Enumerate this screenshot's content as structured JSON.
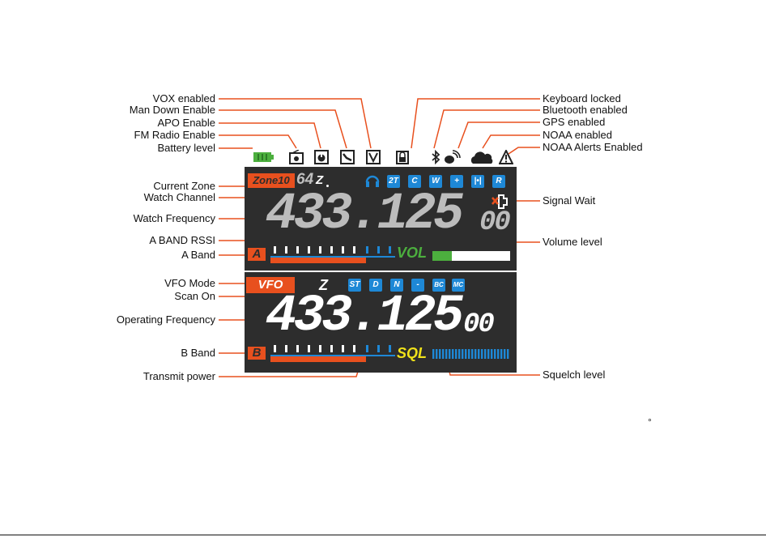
{
  "labels_left": [
    {
      "id": "vox",
      "text": "VOX enabled"
    },
    {
      "id": "mandown",
      "text": "Man Down Enable"
    },
    {
      "id": "apo",
      "text": "APO Enable"
    },
    {
      "id": "fm",
      "text": "FM Radio Enable"
    },
    {
      "id": "battery",
      "text": "Battery level"
    },
    {
      "id": "zone",
      "text": "Current Zone"
    },
    {
      "id": "watchch",
      "text": "Watch Channel"
    },
    {
      "id": "watchfreq",
      "text": "Watch Frequency"
    },
    {
      "id": "rssi",
      "text": "A BAND RSSI"
    },
    {
      "id": "aband",
      "text": "A Band"
    },
    {
      "id": "vfomode",
      "text": "VFO Mode"
    },
    {
      "id": "scan",
      "text": "Scan On"
    },
    {
      "id": "opfreq",
      "text": "Operating Frequency"
    },
    {
      "id": "bband",
      "text": "B Band"
    },
    {
      "id": "txpower",
      "text": "Transmit power"
    }
  ],
  "labels_right": [
    {
      "id": "keylock",
      "text": "Keyboard locked"
    },
    {
      "id": "bt",
      "text": "Bluetooth enabled"
    },
    {
      "id": "gps",
      "text": "GPS enabled"
    },
    {
      "id": "noaa",
      "text": "NOAA enabled"
    },
    {
      "id": "noaaalert",
      "text": "NOAA Alerts Enabled"
    },
    {
      "id": "sigwait",
      "text": "Signal Wait"
    },
    {
      "id": "volume",
      "text": "Volume level"
    },
    {
      "id": "squelch",
      "text": "Squelch level"
    }
  ],
  "screen": {
    "zone_label": "Zone10",
    "watch_channel": "64",
    "watch_scan_symbol": "Z",
    "watch_frequency_main": "433.125",
    "watch_frequency_small": "00",
    "a_band_label": "A",
    "vol_label": "VOL",
    "volume_level": 0.25,
    "vfo_label": "VFO",
    "scan_symbol": "Z",
    "operating_frequency_main": "433.125",
    "operating_frequency_small": "00",
    "b_band_label": "B",
    "sql_label": "SQL",
    "top_buttons": [
      "2T",
      "C",
      "W",
      "+",
      "|•|",
      "R"
    ],
    "mode_buttons": [
      "ST",
      "D",
      "N",
      "-",
      "BC",
      "MC"
    ]
  },
  "colors": {
    "accent": "#e8501e",
    "screen_bg": "#2d2d2d",
    "blue": "#1e88d6",
    "green": "#4caf3e",
    "yellow": "#f0e21a"
  },
  "icons": [
    "battery-icon",
    "fm-radio-icon",
    "apo-icon",
    "man-down-icon",
    "vox-icon",
    "lock-icon",
    "bluetooth-icon",
    "gps-icon",
    "noaa-cloud-icon",
    "noaa-alert-icon",
    "headset-icon",
    "signal-wait-icon"
  ]
}
